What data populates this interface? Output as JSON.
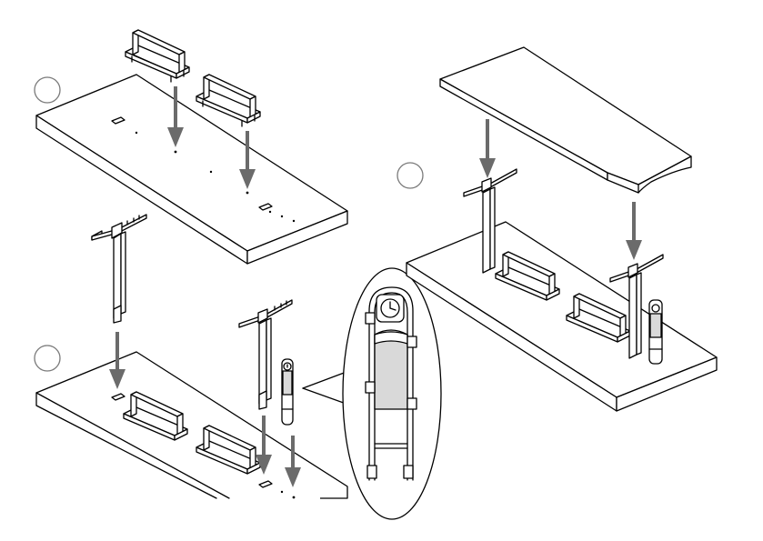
{
  "diagram": {
    "steps": [
      {
        "id": "step-1",
        "label": ""
      },
      {
        "id": "step-2",
        "label": ""
      },
      {
        "id": "step-3",
        "label": ""
      }
    ],
    "colors": {
      "line": "#000000",
      "arrow": "#6b6b6b",
      "marker": "#7a7a7a",
      "panel": "#d9d9d9",
      "background": "#ffffff"
    },
    "icons": [
      "bench-icon",
      "roof-icon",
      "pole-icon",
      "clock-sign-icon",
      "down-arrow-icon"
    ]
  }
}
